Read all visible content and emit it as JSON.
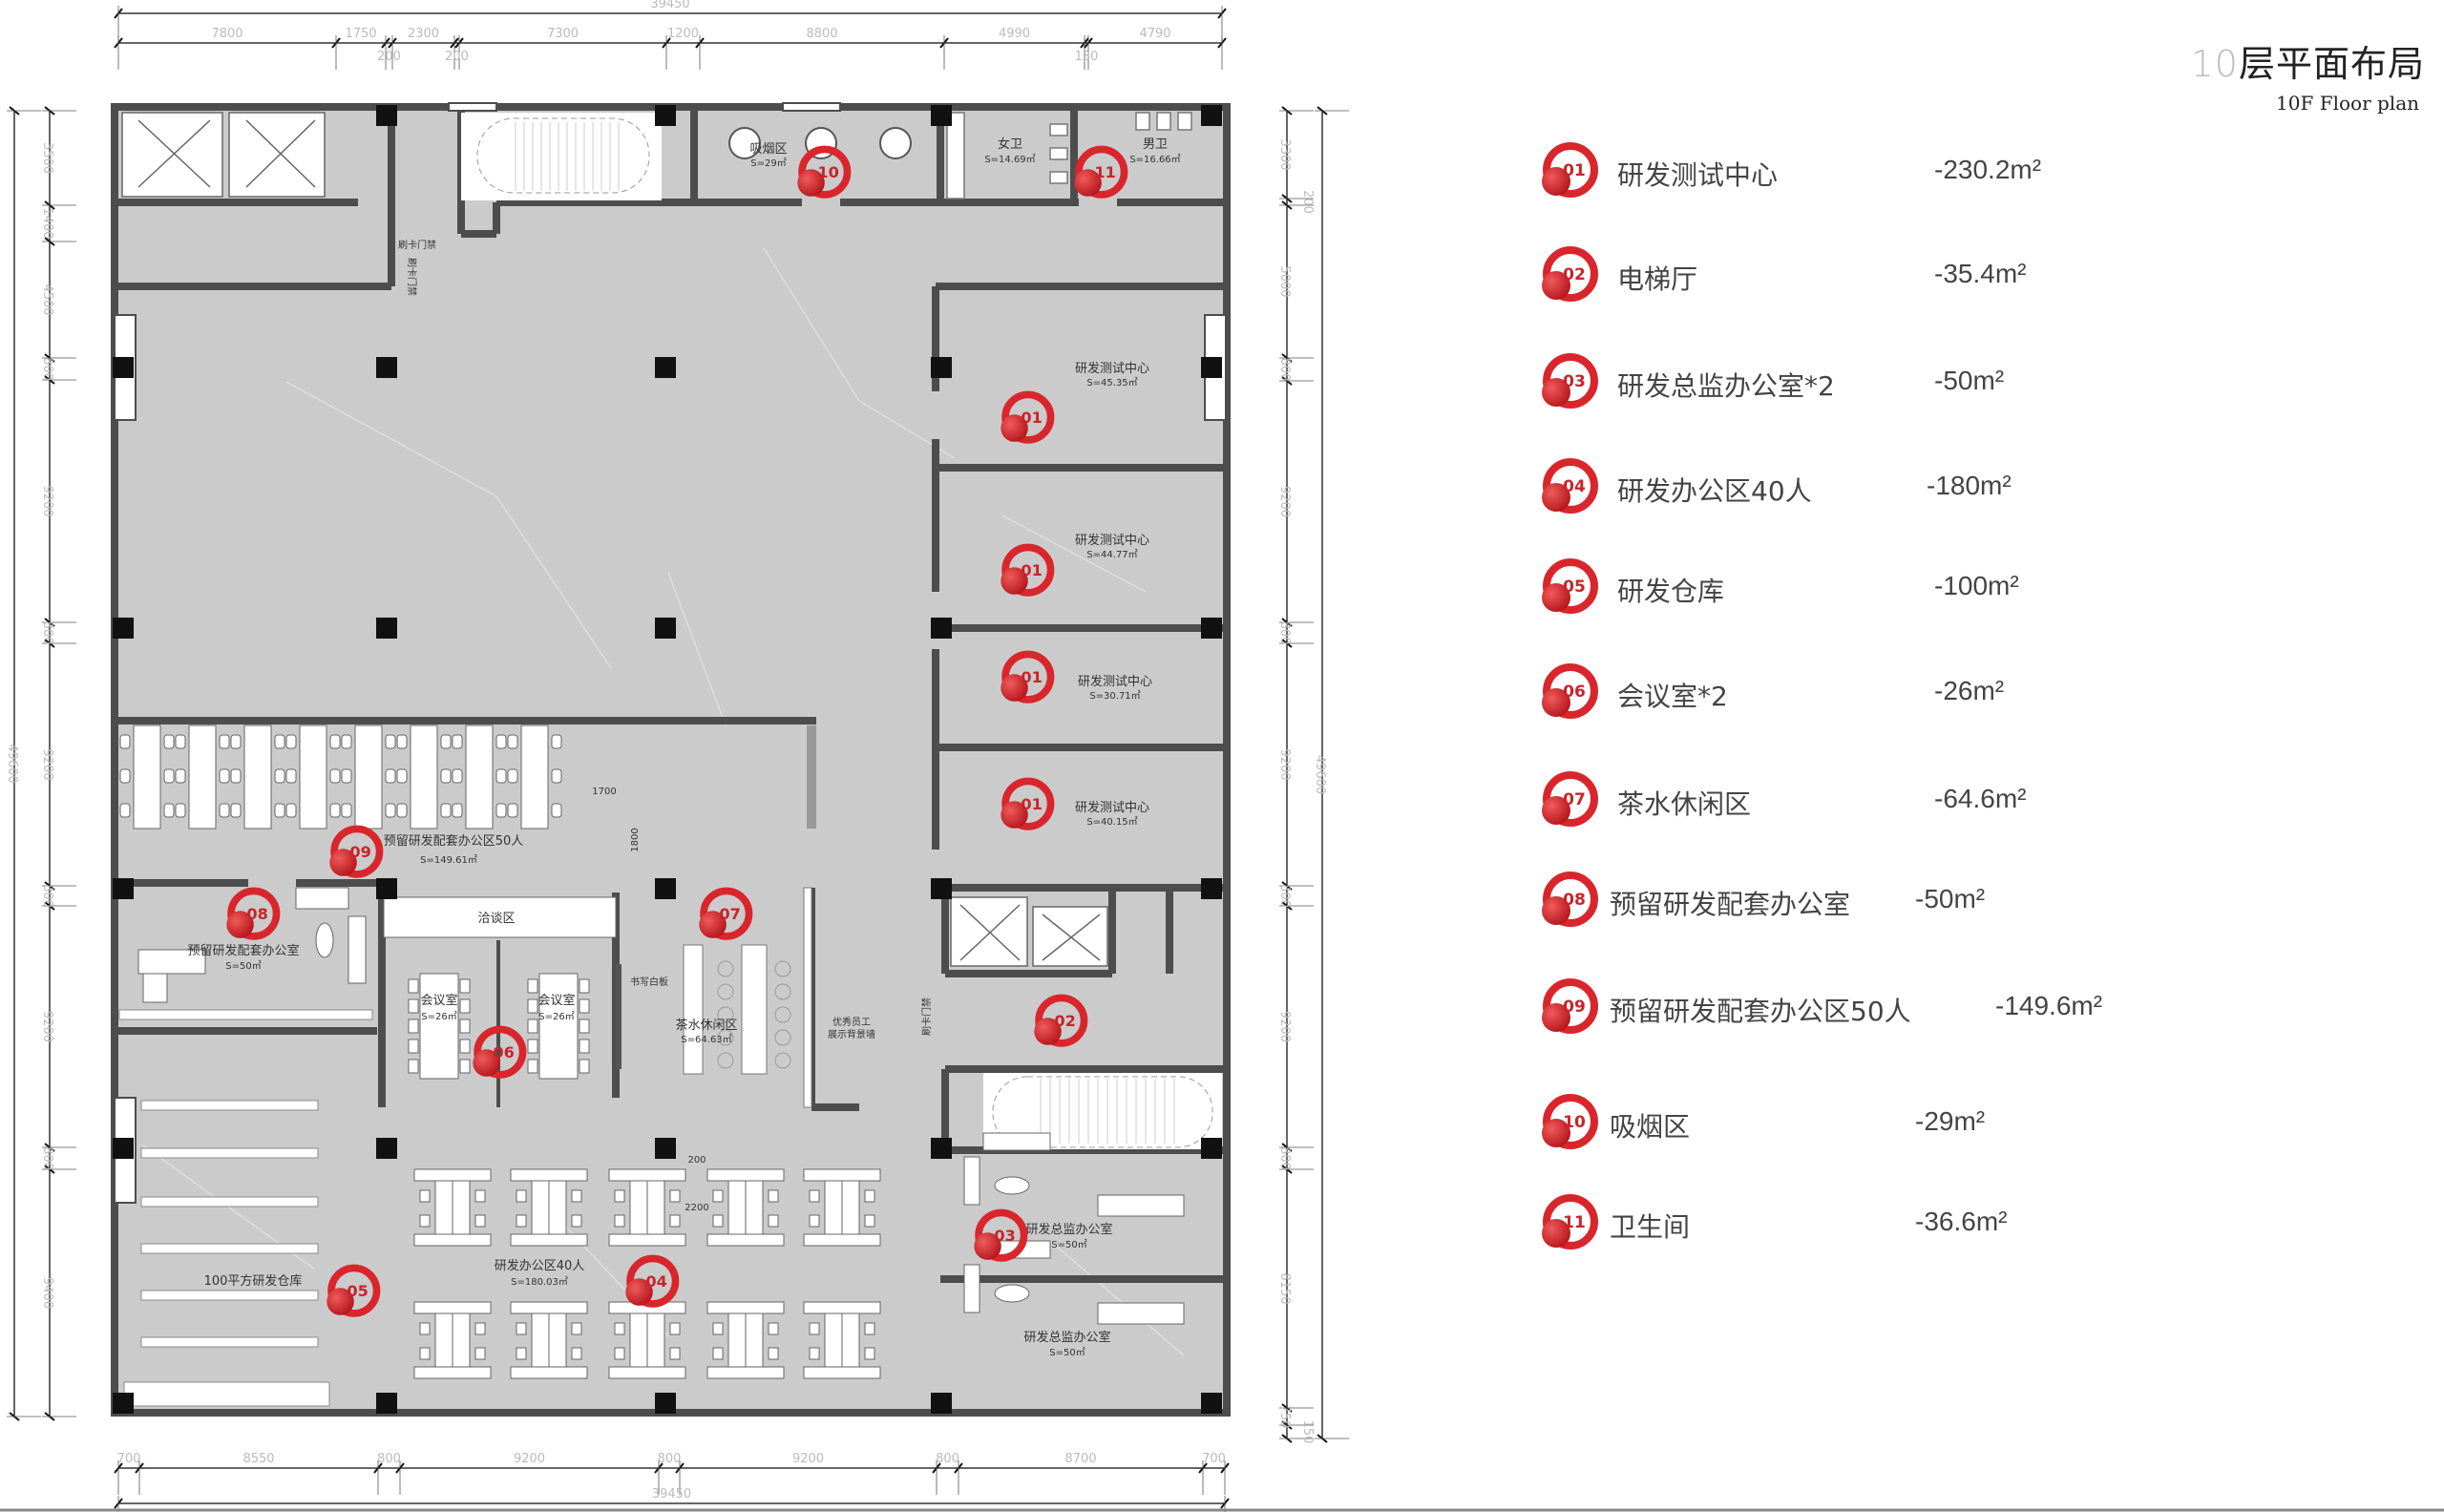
{
  "header": {
    "title_number": "10",
    "title_text": "层平面布局",
    "subtitle": "10F Floor plan"
  },
  "legend": [
    {
      "num": "01",
      "label": "研发测试中心",
      "value": "-230.2m²"
    },
    {
      "num": "02",
      "label": "电梯厅",
      "value": "-35.4m²"
    },
    {
      "num": "03",
      "label": "研发总监办公室*2",
      "value": "-50m²"
    },
    {
      "num": "04",
      "label": "研发办公区40人",
      "value": "-180m²"
    },
    {
      "num": "05",
      "label": "研发仓库",
      "value": "-100m²"
    },
    {
      "num": "06",
      "label": "会议室*2",
      "value": "-26m²"
    },
    {
      "num": "07",
      "label": "茶水休闲区",
      "value": "-64.6m²"
    },
    {
      "num": "08",
      "label": "预留研发配套办公室",
      "value": "-50m²"
    },
    {
      "num": "09",
      "label": "预留研发配套办公区50人",
      "value": "-149.6m²"
    },
    {
      "num": "10",
      "label": "吸烟区",
      "value": "-29m²"
    },
    {
      "num": "11",
      "label": "卫生间",
      "value": "-36.6m²"
    }
  ],
  "plan_labels": {
    "smoking": {
      "name": "吸烟区",
      "area": "S=29㎡"
    },
    "wc_female": {
      "name": "女卫",
      "area": "S=14.69㎡"
    },
    "wc_male": {
      "name": "男卫",
      "area": "S=16.66㎡"
    },
    "test_1": {
      "name": "研发测试中心",
      "area": "S=45.35㎡"
    },
    "test_2": {
      "name": "研发测试中心",
      "area": "S=44.77㎡"
    },
    "test_3": {
      "name": "研发测试中心",
      "area": "S=30.71㎡"
    },
    "test_4": {
      "name": "研发测试中心",
      "area": "S=40.15㎡"
    },
    "reserve_area": {
      "name": "预留研发配套办公区50人",
      "area": "S=149.61㎡"
    },
    "reserve_office": {
      "name": "预留研发配套办公室",
      "area": "S=50㎡"
    },
    "negotiation": {
      "name": "洽谈区"
    },
    "meeting_1": {
      "name": "会议室",
      "area": "S=26㎡"
    },
    "meeting_2": {
      "name": "会议室",
      "area": "S=26㎡"
    },
    "whiteboard": "书写白板",
    "tea": {
      "name": "茶水休闲区",
      "area": "S=64.63㎡"
    },
    "honor_wall": [
      "优秀员工",
      "展示背景墙"
    ],
    "access_top": "刷卡门禁",
    "access_top_v": "刷卡门禁",
    "access_lobby": "刷卡门禁",
    "director_1": {
      "name": "研发总监办公室",
      "area": "S=50㎡"
    },
    "director_2": {
      "name": "研发总监办公室",
      "area": "S=50㎡"
    },
    "warehouse": {
      "name": "100平方研发仓库"
    },
    "office40": {
      "name": "研发办公区40人",
      "area": "S=180.03㎡"
    },
    "dim_1700": "1700",
    "dim_1800": "1800",
    "dim_200": "200",
    "dim_2200": "2200"
  },
  "plan_badges": [
    "10",
    "11",
    "01",
    "01",
    "01",
    "01",
    "09",
    "08",
    "07",
    "06",
    "02",
    "03",
    "04",
    "05"
  ],
  "dimensions": {
    "top_total": "39450",
    "top": [
      "7800",
      "1750",
      "200",
      "2300",
      "200",
      "7300",
      "1200",
      "8800",
      "4990",
      "130",
      "4790"
    ],
    "bottom": [
      "700",
      "8550",
      "800",
      "9200",
      "800",
      "9200",
      "800",
      "8700",
      "700"
    ],
    "bottom_total": "39450",
    "left_total": "49600",
    "left": [
      "3500",
      "1400",
      "4500",
      "800",
      "9200",
      "800",
      "9200",
      "800",
      "9200",
      "800",
      "9400"
    ],
    "right_total": "49600",
    "right": [
      "3300",
      "200",
      "5000",
      "800",
      "9200",
      "800",
      "9200",
      "800",
      "9200",
      "800",
      "8150",
      "750",
      "150"
    ]
  },
  "colors": {
    "accent": "#d9262c",
    "wall": "#4d4d4d",
    "floor": "#cbcbcb"
  }
}
